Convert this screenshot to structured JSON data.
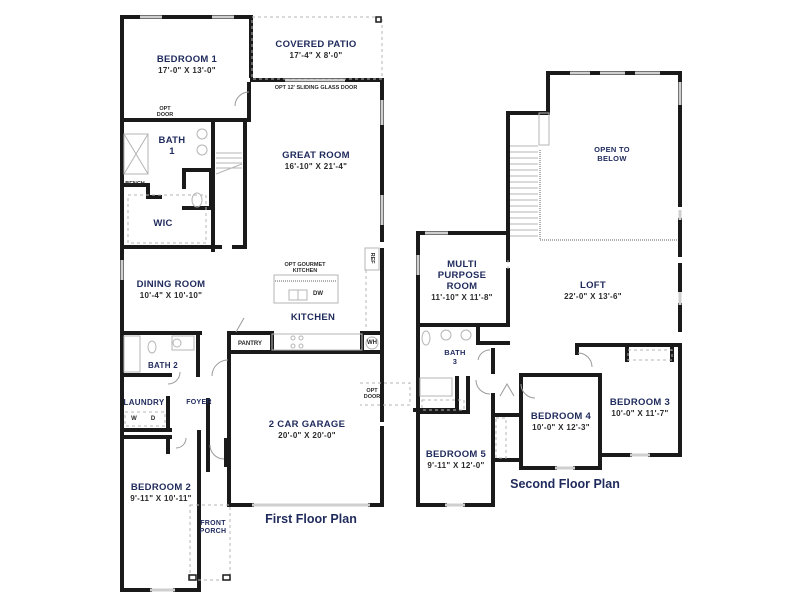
{
  "first_floor": {
    "title": "First Floor Plan",
    "rooms": [
      {
        "name": "BEDROOM 1",
        "dims": "17'-0\" X 13'-0\""
      },
      {
        "name": "COVERED PATIO",
        "dims": "17'-4\" X 8'-0\""
      },
      {
        "name": "GREAT ROOM",
        "dims": "16'-10\" X 21'-4\""
      },
      {
        "name": "BATH",
        "line2": "1"
      },
      {
        "name": "WIC"
      },
      {
        "name": "DINING ROOM",
        "dims": "10'-4\" X 10'-10\""
      },
      {
        "name": "KITCHEN"
      },
      {
        "name": "BATH 2"
      },
      {
        "name": "LAUNDRY"
      },
      {
        "name": "FOYER"
      },
      {
        "name": "2 CAR GARAGE",
        "dims": "20'-0\" X 20'-0\""
      },
      {
        "name": "BEDROOM 2",
        "dims": "9'-11\" X 10'-11\""
      },
      {
        "name": "FRONT",
        "line2": "PORCH"
      }
    ],
    "annotations": {
      "opt_door_top": [
        "OPT",
        "DOOR"
      ],
      "sliding_door": "OPT 12' SLIDING GLASS DOOR",
      "bench": "BENCH",
      "gourmet": [
        "OPT GOURMET",
        "KITCHEN"
      ],
      "dw": "DW",
      "ref": "REF",
      "pantry": "PANTRY",
      "wh": "WH",
      "washer": "W",
      "dryer": "D",
      "opt_door_garage": [
        "OPT",
        "DOOR"
      ]
    }
  },
  "second_floor": {
    "title": "Second Floor Plan",
    "rooms": [
      {
        "name": "OPEN TO",
        "line2": "BELOW"
      },
      {
        "name": "MULTI",
        "line2": "PURPOSE",
        "line3": "ROOM",
        "dims": "11'-10\" X 11'-8\""
      },
      {
        "name": "LOFT",
        "dims": "22'-0\" X 13'-6\""
      },
      {
        "name": "BATH",
        "line2": "3"
      },
      {
        "name": "BEDROOM 4",
        "dims": "10'-0\" X 12'-3\""
      },
      {
        "name": "BEDROOM 3",
        "dims": "10'-0\" X 11'-7\""
      },
      {
        "name": "BEDROOM 5",
        "dims": "9'-11\" X 12'-0\""
      }
    ]
  },
  "colors": {
    "label": "#1f2a5c",
    "wall": "#1a1a1a",
    "window": "#cfcfcf"
  }
}
